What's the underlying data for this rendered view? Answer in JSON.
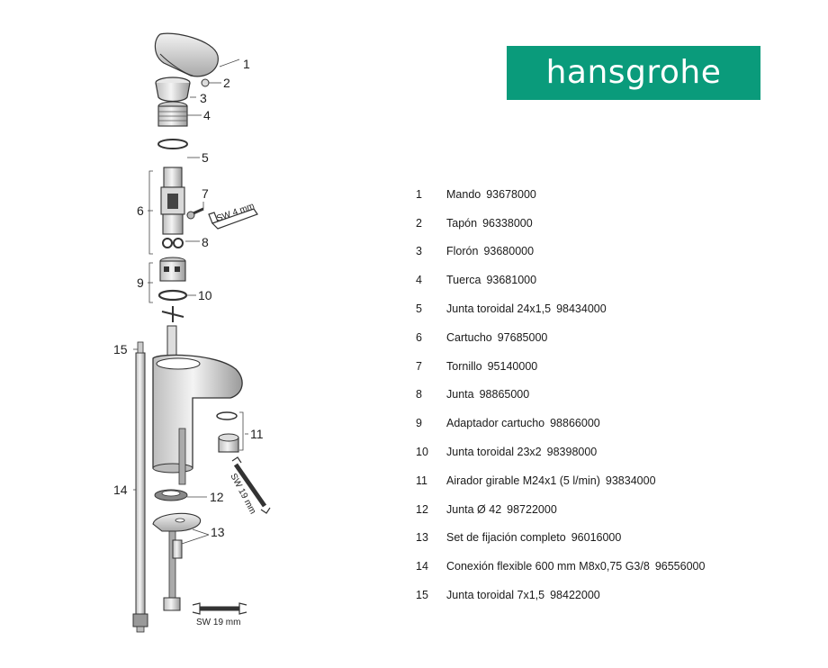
{
  "brand": {
    "name": "hansgrohe",
    "color": "#0a9b7b"
  },
  "diagram": {
    "callouts": [
      "1",
      "2",
      "3",
      "4",
      "5",
      "6",
      "7",
      "8",
      "9",
      "10",
      "11",
      "12",
      "13",
      "14",
      "15"
    ],
    "tool_labels": {
      "cartridge_hex_key": "SW 4 mm",
      "aerator_wrench": "SW 19 mm",
      "nut_wrench": "SW 19 mm"
    }
  },
  "parts": [
    {
      "no": "1",
      "desc": "Mando",
      "code": "93678000"
    },
    {
      "no": "2",
      "desc": "Tapón",
      "code": "96338000"
    },
    {
      "no": "3",
      "desc": "Florón",
      "code": "93680000"
    },
    {
      "no": "4",
      "desc": "Tuerca",
      "code": "93681000"
    },
    {
      "no": "5",
      "desc": "Junta toroidal 24x1,5",
      "code": "98434000"
    },
    {
      "no": "6",
      "desc": "Cartucho",
      "code": "97685000"
    },
    {
      "no": "7",
      "desc": "Tornillo",
      "code": "95140000"
    },
    {
      "no": "8",
      "desc": "Junta",
      "code": "98865000"
    },
    {
      "no": "9",
      "desc": "Adaptador cartucho",
      "code": "98866000"
    },
    {
      "no": "10",
      "desc": "Junta toroidal 23x2",
      "code": "98398000"
    },
    {
      "no": "11",
      "desc": "Airador girable M24x1 (5 l/min)",
      "code": "93834000"
    },
    {
      "no": "12",
      "desc": "Junta Ø 42",
      "code": "98722000"
    },
    {
      "no": "13",
      "desc": "Set de fijación completo",
      "code": "96016000"
    },
    {
      "no": "14",
      "desc": "Conexión flexible 600 mm M8x0,75 G3/8",
      "code": "96556000"
    },
    {
      "no": "15",
      "desc": "Junta toroidal 7x1,5",
      "code": "98422000"
    }
  ]
}
